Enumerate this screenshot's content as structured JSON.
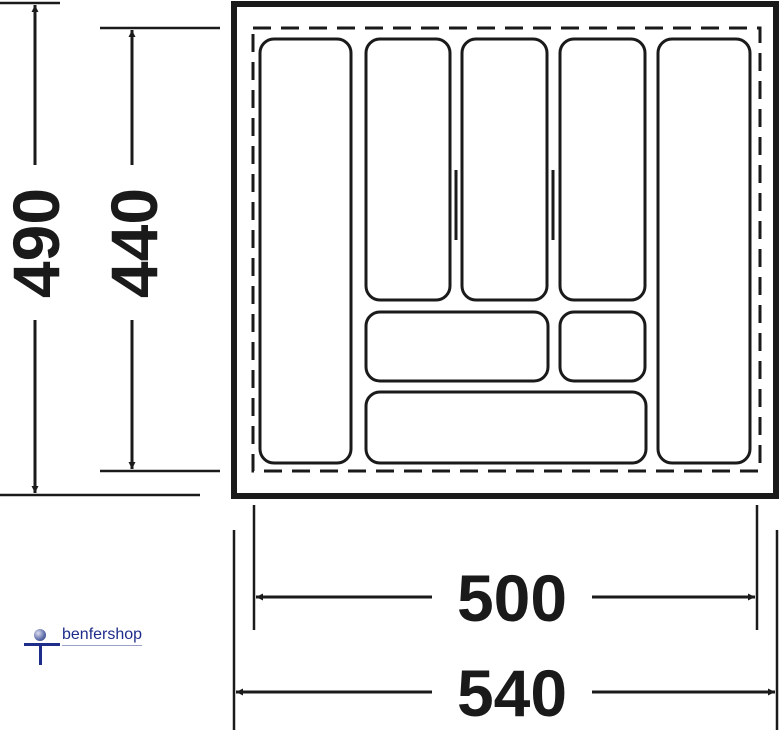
{
  "dimensions": {
    "outer_height": "490",
    "inner_height": "440",
    "inner_width": "500",
    "outer_width": "540"
  },
  "logo": {
    "text": "benfershop",
    "color": "#1f2d8a"
  },
  "colors": {
    "line": "#1a1a1a"
  }
}
